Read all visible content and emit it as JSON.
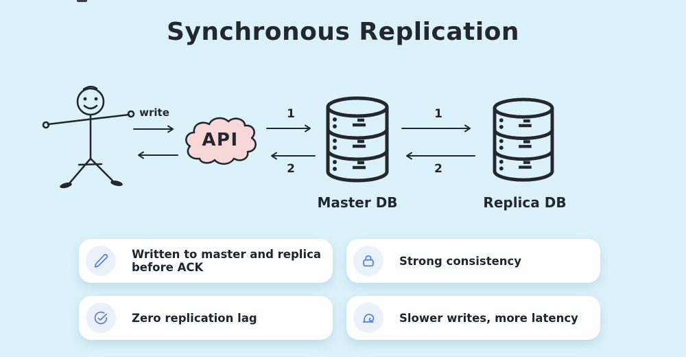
{
  "title": "Synchronous Replication",
  "colors": {
    "background": "#dcf2fa",
    "ink": "#22282e",
    "cloud_fill": "#f8d7d9",
    "icon_blue": "#4a79e6",
    "badge_bg": "#eaf1fb",
    "card_bg": "#ffffff",
    "text": "#1d2531"
  },
  "diagram": {
    "actor": "stick-figure-user",
    "write_label": "write",
    "api_label": "API",
    "master_label": "Master DB",
    "replica_label": "Replica DB",
    "step_request": "1",
    "step_response": "2"
  },
  "cards": [
    {
      "icon": "pencil-icon",
      "label": "Written to master and replica before ACK"
    },
    {
      "icon": "lock-icon",
      "label": "Strong consistency"
    },
    {
      "icon": "check-circle-icon",
      "label": "Zero replication lag"
    },
    {
      "icon": "snail-icon",
      "label": "Slower writes, more latency"
    }
  ]
}
